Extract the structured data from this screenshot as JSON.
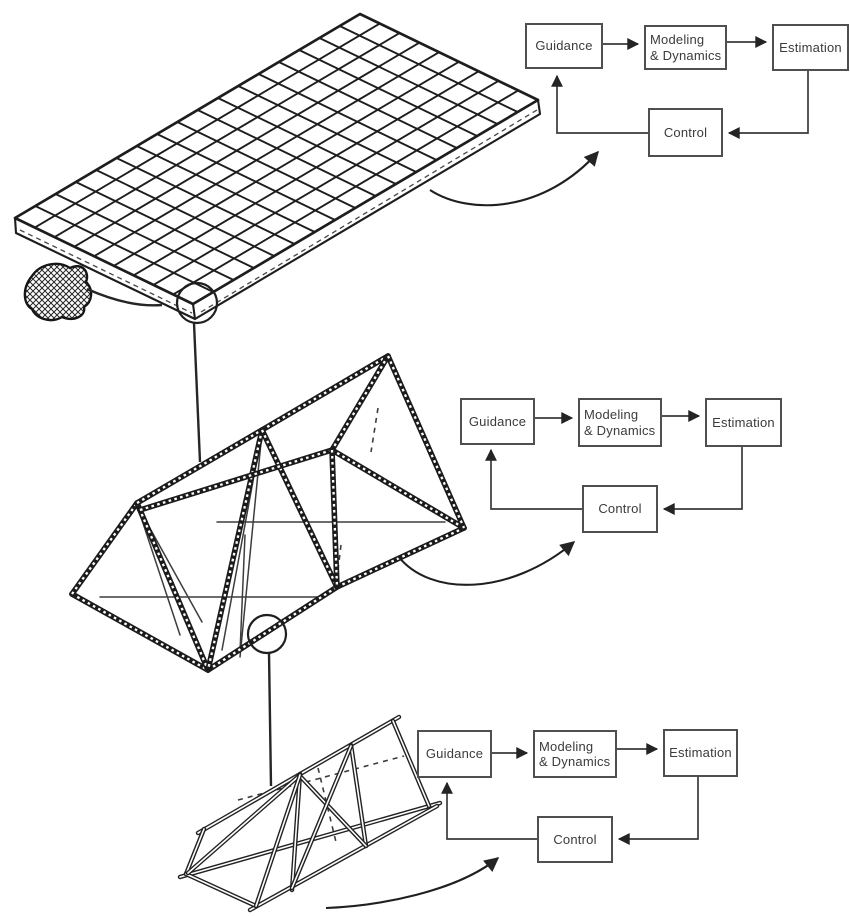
{
  "palette": {
    "background": "#ffffff",
    "ink": "#1d1d1d",
    "box_border": "#4f4f4f",
    "box_text": "#3b3b3b"
  },
  "control_loops": [
    {
      "structure": "solar-array-panel",
      "boxes": {
        "guidance": "Guidance",
        "modeling": "Modeling\n& Dynamics",
        "estimation": "Estimation",
        "control": "Control"
      }
    },
    {
      "structure": "tetrahedral-truss",
      "boxes": {
        "guidance": "Guidance",
        "modeling": "Modeling\n& Dynamics",
        "estimation": "Estimation",
        "control": "Control"
      }
    },
    {
      "structure": "truss-strut",
      "boxes": {
        "guidance": "Guidance",
        "modeling": "Modeling\n& Dynamics",
        "estimation": "Estimation",
        "control": "Control"
      }
    }
  ]
}
